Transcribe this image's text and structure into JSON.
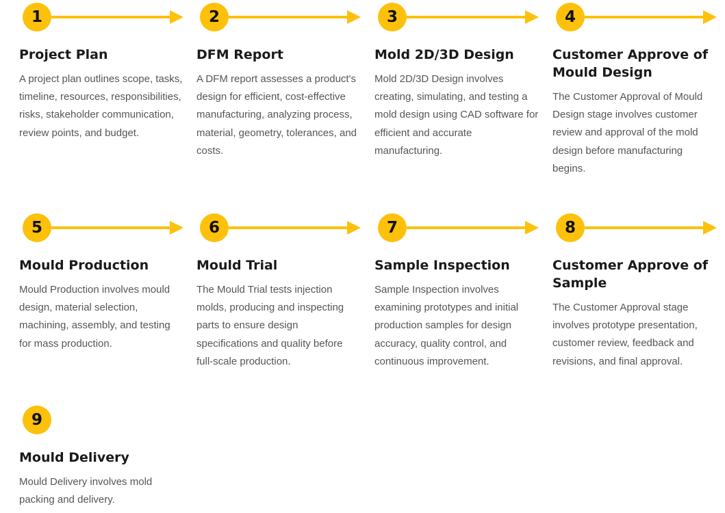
{
  "colors": {
    "accent": "#fdc10b",
    "title": "#1a1a1a",
    "body_text": "#555555",
    "background": "#ffffff"
  },
  "steps": [
    {
      "number": "1",
      "title": "Project Plan",
      "description": "A project plan outlines scope, tasks, timeline, resources, responsibilities, risks, stakeholder communication, review points, and budget.",
      "has_arrow": true
    },
    {
      "number": "2",
      "title": "DFM Report",
      "description": "A DFM report assesses a product's design for efficient, cost-effective manufacturing, analyzing process, material, geometry, tolerances, and costs.",
      "has_arrow": true
    },
    {
      "number": "3",
      "title": "Mold 2D/3D Design",
      "description": "Mold 2D/3D Design involves creating, simulating, and testing a mold design using CAD software for efficient and accurate manufacturing.",
      "has_arrow": true
    },
    {
      "number": "4",
      "title": "Customer Approve of Mould Design",
      "description": "The Customer Approval of Mould Design stage involves customer review and approval of the mold design before manufacturing begins.",
      "has_arrow": true
    },
    {
      "number": "5",
      "title": "Mould Production",
      "description": "Mould Production involves mould design, material selection, machining, assembly, and testing for mass production.",
      "has_arrow": true
    },
    {
      "number": "6",
      "title": "Mould Trial",
      "description": "The Mould Trial tests injection molds, producing and inspecting parts to ensure design specifications and quality before full-scale production.",
      "has_arrow": true
    },
    {
      "number": "7",
      "title": "Sample Inspection",
      "description": "Sample Inspection involves examining prototypes and initial production samples for design accuracy, quality control, and continuous improvement.",
      "has_arrow": true
    },
    {
      "number": "8",
      "title": "Customer Approve of Sample",
      "description": "The Customer Approval stage involves prototype presentation, customer review, feedback and revisions, and final approval.",
      "has_arrow": true
    },
    {
      "number": "9",
      "title": "Mould Delivery",
      "description": "Mould Delivery involves mold packing and delivery.",
      "has_arrow": false
    }
  ]
}
